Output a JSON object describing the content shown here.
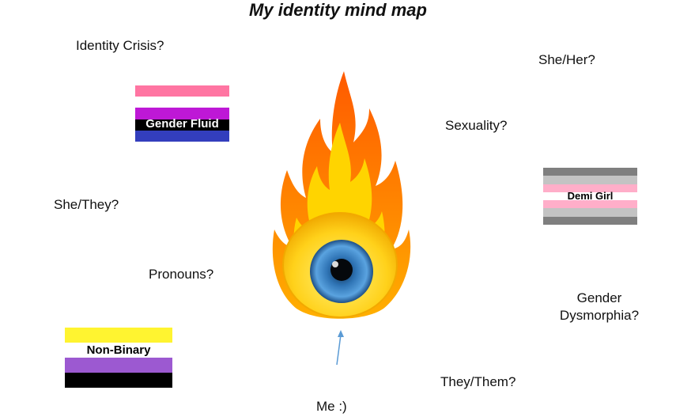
{
  "title": "My identity mind map",
  "labels": {
    "identity_crisis": "Identity Crisis?",
    "she_her": "She/Her?",
    "sexuality": "Sexuality?",
    "she_they": "She/They?",
    "pronouns": "Pronouns?",
    "gender_dysmorphia_line1": "Gender",
    "gender_dysmorphia_line2": "Dysmorphia?",
    "they_them": "They/Them?",
    "me": "Me :)"
  },
  "flags": {
    "gender_fluid": {
      "label": "Gender Fluid",
      "colors": [
        "#ff75a2",
        "#ffffff",
        "#be18d6",
        "#000000",
        "#333ebd"
      ]
    },
    "demi_girl": {
      "label": "Demi Girl",
      "colors": [
        "#7f7f7f",
        "#c3c3c3",
        "#ffaec9",
        "#ffffff",
        "#ffaec9",
        "#c3c3c3",
        "#7f7f7f"
      ]
    },
    "non_binary": {
      "label": "Non-Binary",
      "colors": [
        "#fff430",
        "#ffffff",
        "#9c59d1",
        "#000000"
      ]
    }
  },
  "colors": {
    "arrow": "#5b9bd5",
    "iris": "#3a7fc1",
    "flame_outer": "#ff7a00",
    "flame_inner": "#ffd400"
  }
}
